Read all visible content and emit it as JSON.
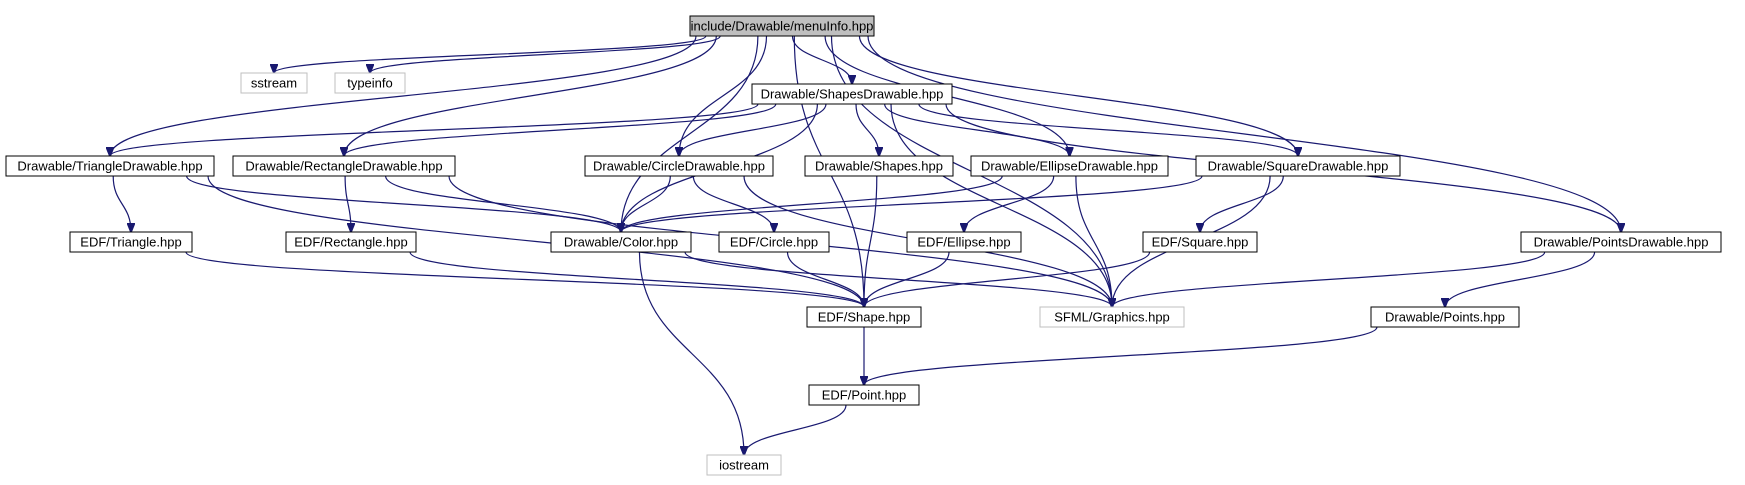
{
  "colors": {
    "edge": "#191970",
    "root_fill": "#bfbfbf",
    "box_stroke": "#000000",
    "external_stroke": "#bfbfbf"
  },
  "nodes": [
    {
      "id": "root",
      "label": "include/Drawable/menuInfo.hpp",
      "kind": "root"
    },
    {
      "id": "sstream",
      "label": "sstream",
      "kind": "external"
    },
    {
      "id": "typeinfo",
      "label": "typeinfo",
      "kind": "external"
    },
    {
      "id": "shapesdrawable",
      "label": "Drawable/ShapesDrawable.hpp",
      "kind": "local"
    },
    {
      "id": "triangledrawable",
      "label": "Drawable/TriangleDrawable.hpp",
      "kind": "local"
    },
    {
      "id": "rectangledrawable",
      "label": "Drawable/RectangleDrawable.hpp",
      "kind": "local"
    },
    {
      "id": "circledrawable",
      "label": "Drawable/CircleDrawable.hpp",
      "kind": "local"
    },
    {
      "id": "shapes",
      "label": "Drawable/Shapes.hpp",
      "kind": "local"
    },
    {
      "id": "ellipsedrawable",
      "label": "Drawable/EllipseDrawable.hpp",
      "kind": "local"
    },
    {
      "id": "squaredrawable",
      "label": "Drawable/SquareDrawable.hpp",
      "kind": "local"
    },
    {
      "id": "edftriangle",
      "label": "EDF/Triangle.hpp",
      "kind": "local"
    },
    {
      "id": "edfrectangle",
      "label": "EDF/Rectangle.hpp",
      "kind": "local"
    },
    {
      "id": "color",
      "label": "Drawable/Color.hpp",
      "kind": "local"
    },
    {
      "id": "edfcircle",
      "label": "EDF/Circle.hpp",
      "kind": "local"
    },
    {
      "id": "edfellipse",
      "label": "EDF/Ellipse.hpp",
      "kind": "local"
    },
    {
      "id": "edfsquare",
      "label": "EDF/Square.hpp",
      "kind": "local"
    },
    {
      "id": "pointsdrawable",
      "label": "Drawable/PointsDrawable.hpp",
      "kind": "local"
    },
    {
      "id": "edfshape",
      "label": "EDF/Shape.hpp",
      "kind": "local"
    },
    {
      "id": "sfml",
      "label": "SFML/Graphics.hpp",
      "kind": "external"
    },
    {
      "id": "points",
      "label": "Drawable/Points.hpp",
      "kind": "local"
    },
    {
      "id": "edfpoint",
      "label": "EDF/Point.hpp",
      "kind": "local"
    },
    {
      "id": "iostream",
      "label": "iostream",
      "kind": "external"
    }
  ],
  "edges": [
    [
      "root",
      "sstream"
    ],
    [
      "root",
      "typeinfo"
    ],
    [
      "root",
      "shapesdrawable"
    ],
    [
      "root",
      "triangledrawable"
    ],
    [
      "root",
      "rectangledrawable"
    ],
    [
      "root",
      "circledrawable"
    ],
    [
      "root",
      "color"
    ],
    [
      "root",
      "ellipsedrawable"
    ],
    [
      "root",
      "squaredrawable"
    ],
    [
      "root",
      "pointsdrawable"
    ],
    [
      "root",
      "sfml"
    ],
    [
      "root",
      "edfshape"
    ],
    [
      "shapesdrawable",
      "triangledrawable"
    ],
    [
      "shapesdrawable",
      "rectangledrawable"
    ],
    [
      "shapesdrawable",
      "circledrawable"
    ],
    [
      "shapesdrawable",
      "shapes"
    ],
    [
      "shapesdrawable",
      "ellipsedrawable"
    ],
    [
      "shapesdrawable",
      "squaredrawable"
    ],
    [
      "shapesdrawable",
      "pointsdrawable"
    ],
    [
      "shapesdrawable",
      "color"
    ],
    [
      "shapesdrawable",
      "sfml"
    ],
    [
      "triangledrawable",
      "edftriangle"
    ],
    [
      "triangledrawable",
      "color"
    ],
    [
      "triangledrawable",
      "edfshape"
    ],
    [
      "rectangledrawable",
      "edfrectangle"
    ],
    [
      "rectangledrawable",
      "color"
    ],
    [
      "rectangledrawable",
      "sfml"
    ],
    [
      "circledrawable",
      "color"
    ],
    [
      "circledrawable",
      "edfcircle"
    ],
    [
      "circledrawable",
      "sfml"
    ],
    [
      "shapes",
      "edfshape"
    ],
    [
      "ellipsedrawable",
      "color"
    ],
    [
      "ellipsedrawable",
      "edfellipse"
    ],
    [
      "ellipsedrawable",
      "sfml"
    ],
    [
      "squaredrawable",
      "color"
    ],
    [
      "squaredrawable",
      "edfsquare"
    ],
    [
      "squaredrawable",
      "sfml"
    ],
    [
      "edftriangle",
      "edfshape"
    ],
    [
      "edfrectangle",
      "edfshape"
    ],
    [
      "edfcircle",
      "edfshape"
    ],
    [
      "edfellipse",
      "edfshape"
    ],
    [
      "edfsquare",
      "edfshape"
    ],
    [
      "color",
      "sfml"
    ],
    [
      "color",
      "iostream"
    ],
    [
      "pointsdrawable",
      "points"
    ],
    [
      "pointsdrawable",
      "sfml"
    ],
    [
      "edfshape",
      "edfpoint"
    ],
    [
      "points",
      "edfpoint"
    ],
    [
      "edfpoint",
      "iostream"
    ]
  ]
}
